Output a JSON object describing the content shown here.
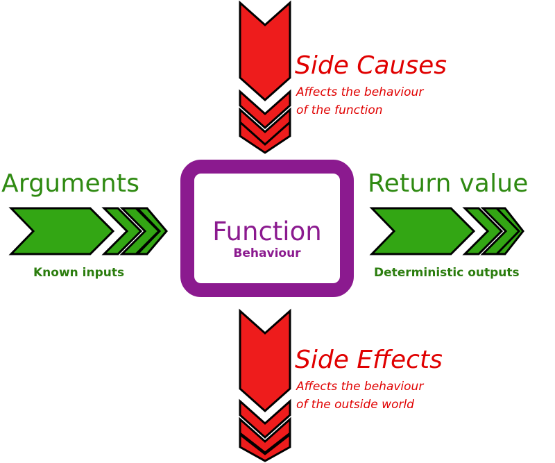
{
  "inputs": {
    "title": "Arguments",
    "subtitle": "Known inputs",
    "color": "#33a614"
  },
  "outputs": {
    "title": "Return value",
    "subtitle": "Deterministic outputs",
    "color": "#33a614"
  },
  "side_causes": {
    "title": "Side Causes",
    "line1": "Affects the behaviour",
    "line2": "of the function",
    "color": "#ee1c1c"
  },
  "side_effects": {
    "title": "Side Effects",
    "line1": "Affects the behaviour",
    "line2": "of the outside world",
    "color": "#ee1c1c"
  },
  "function": {
    "title": "Function",
    "subtitle": "Behaviour",
    "color": "#8b1a8f"
  }
}
